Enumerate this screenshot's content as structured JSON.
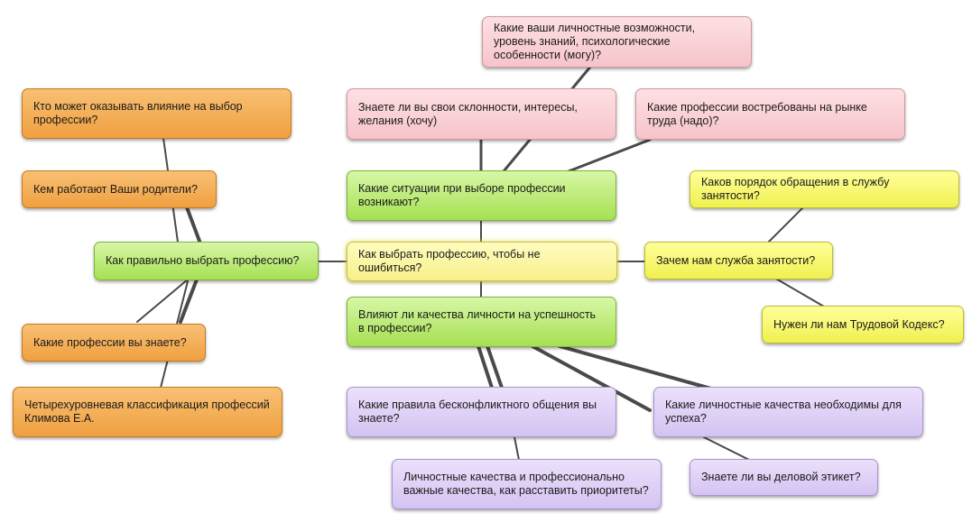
{
  "center": "Как выбрать профессию, чтобы не ошибиться?",
  "left": {
    "hub": "Как правильно выбрать профессию?",
    "influence": "Кто может оказывать влияние на выбор профессии?",
    "parents": "Кем работают Ваши родители?",
    "known": "Какие профессии вы знаете?",
    "klimov": "Четырехуровневая классификация профессий Климова Е.А."
  },
  "top": {
    "hub": "Какие ситуации при выборе профессии возникают?",
    "abilities": "Какие ваши личностные возможности, уровень знаний, психологические особенности (могу)?",
    "interests": "Знаете ли вы свои склонности, интересы, желания (хочу)",
    "demand": "Какие профессии востребованы на рынке труда (надо)?"
  },
  "right": {
    "hub": "Зачем нам служба занятости?",
    "procedure": "Каков порядок обращения в службу занятости?",
    "labor_code": "Нужен ли нам Трудовой Кодекс?"
  },
  "bottom": {
    "hub": "Влияют ли качества личности на успешность в профессии?",
    "conflict_free": "Какие правила бесконфликтного общения вы знаете?",
    "priorities": "Личностные качества и профессионально важные качества, как расставить приоритеты?",
    "success_qualities": "Какие личностные качества необходимы для успеха?",
    "etiquette": "Знаете ли вы деловой этикет?"
  },
  "colors": {
    "orange": "#f0a040",
    "pink": "#f6c4ca",
    "green": "#a6e052",
    "yellow": "#f0f050",
    "purple": "#d4c3f2",
    "connector": "#4a4a4a"
  }
}
